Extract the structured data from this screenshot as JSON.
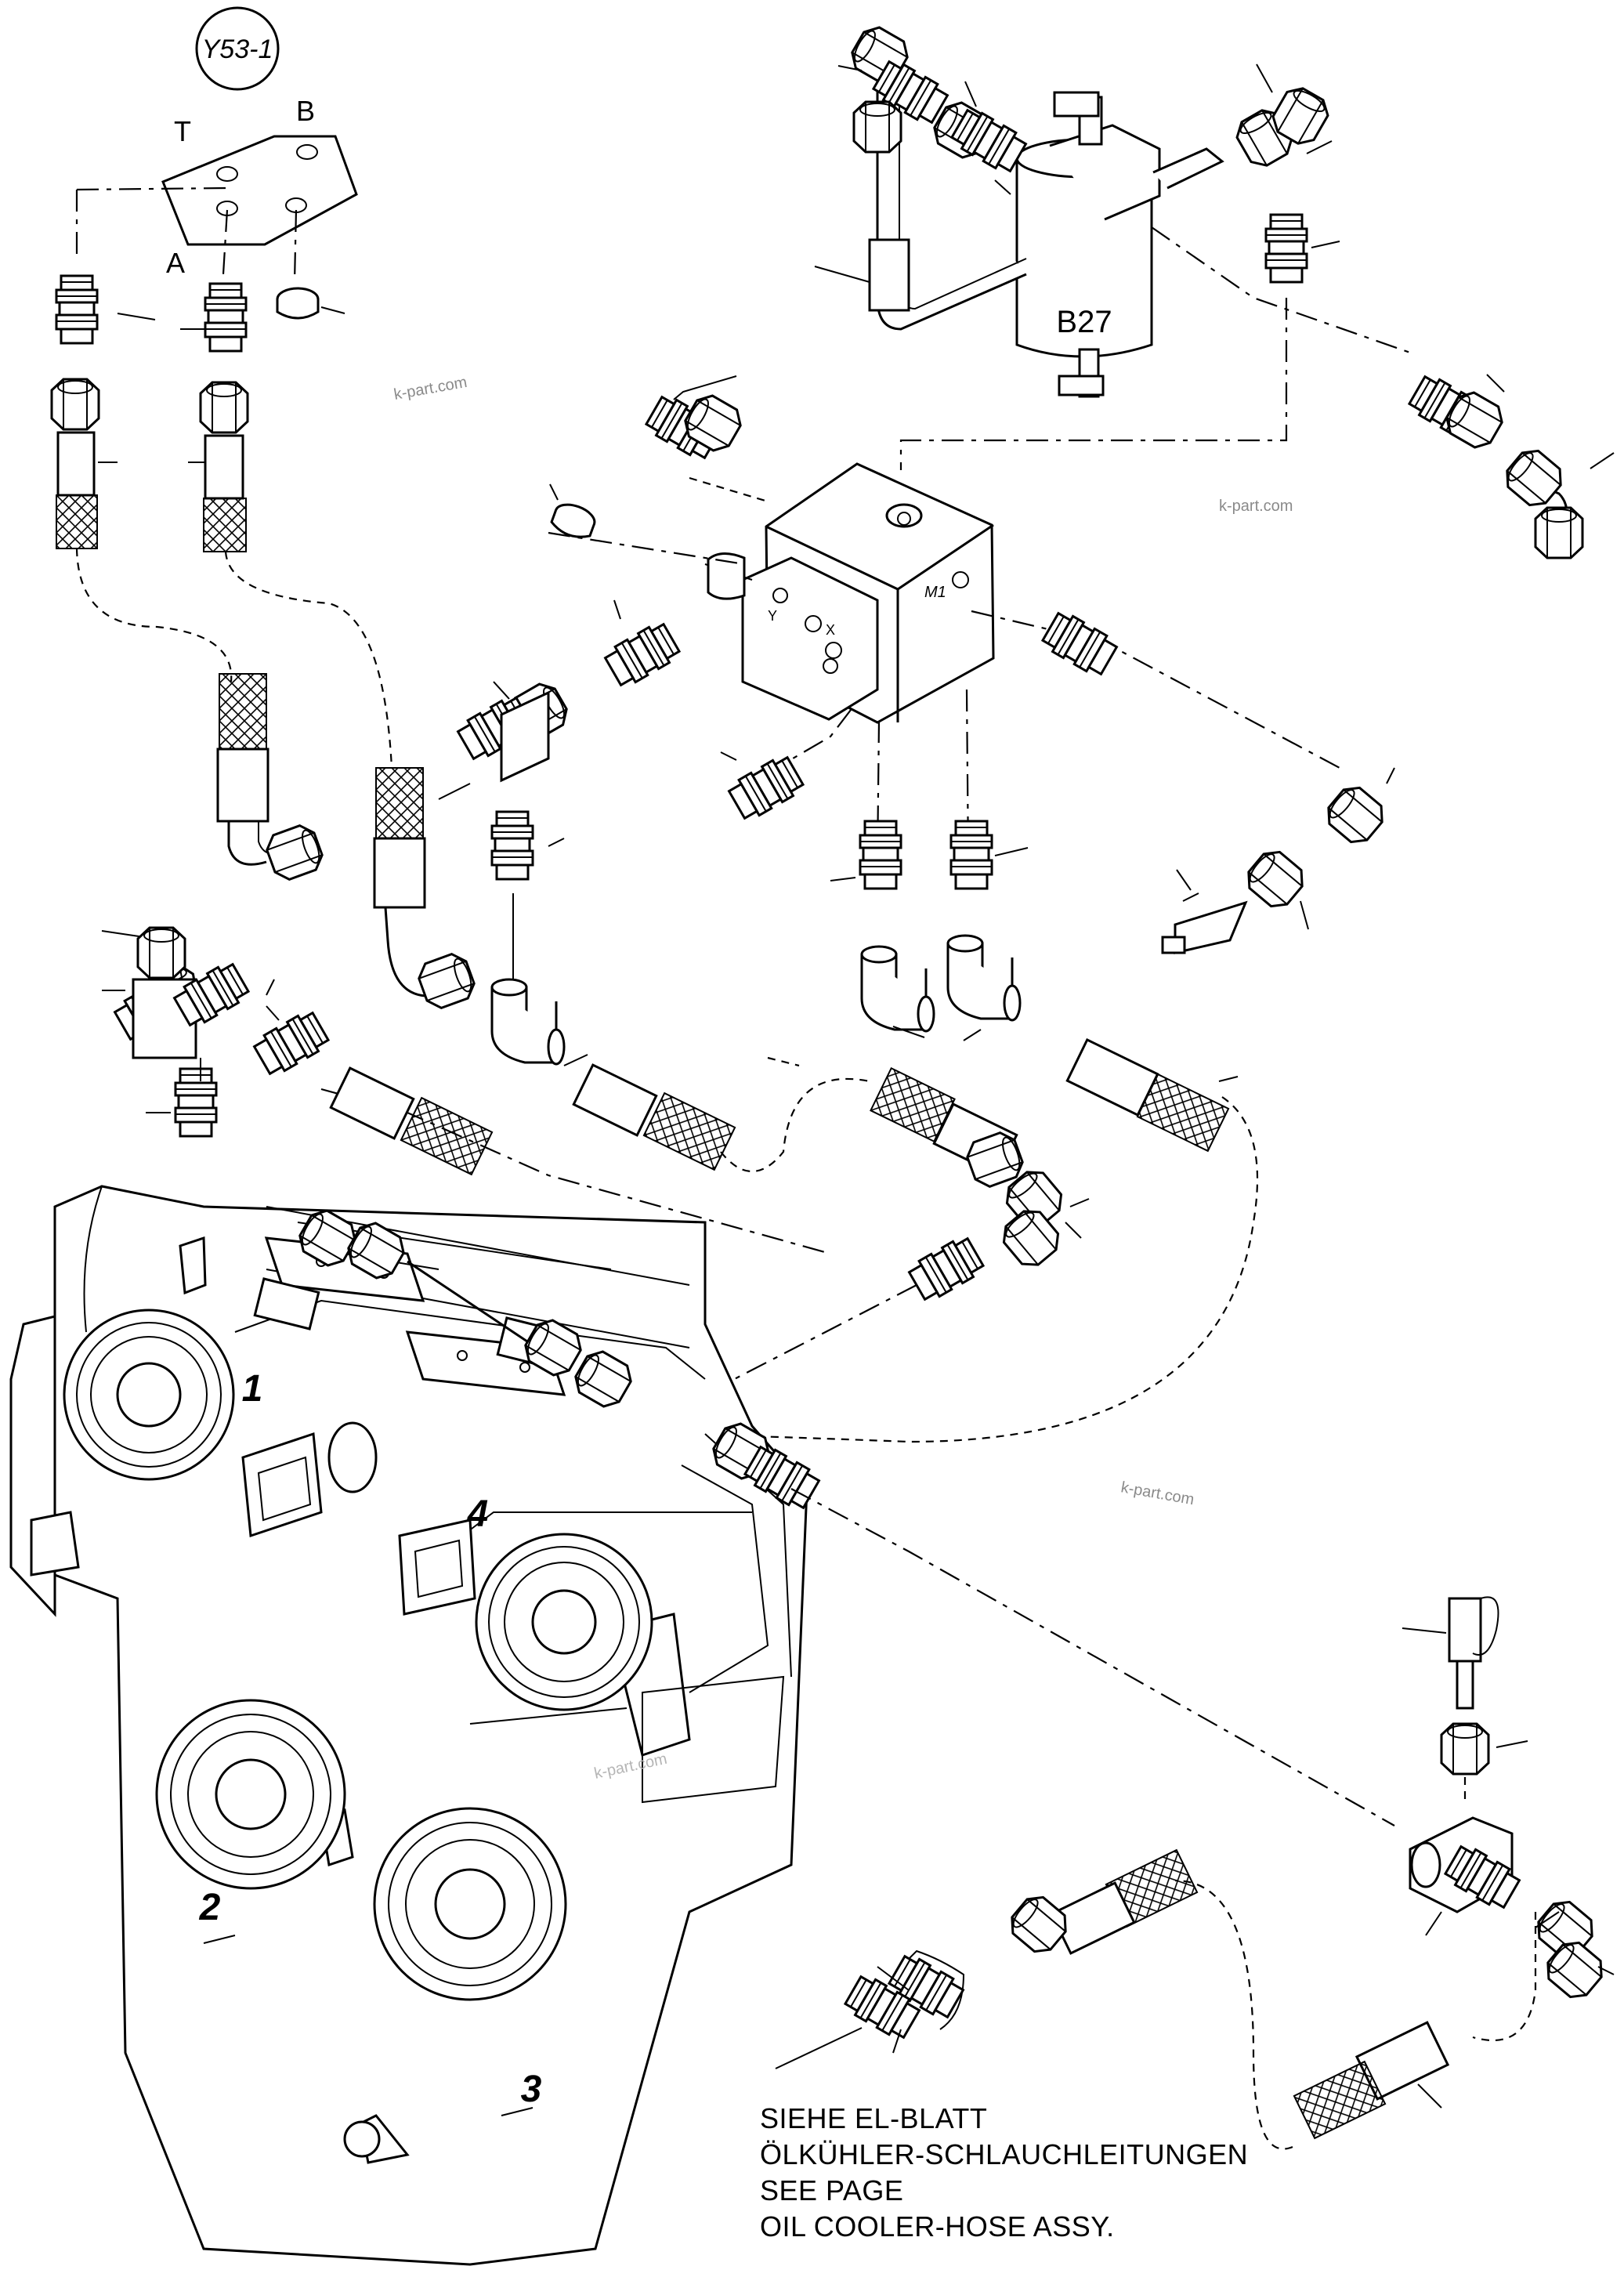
{
  "diagram": {
    "labels": {
      "valve_id": "Y53-1",
      "port_t": "T",
      "port_b": "B",
      "port_a": "A",
      "filter_id": "B27",
      "block_port_m1": "M1",
      "block_port_y": "Y",
      "block_port_x": "X",
      "cover_1": "1",
      "cover_2": "2",
      "cover_3": "3",
      "cover_4": "4"
    },
    "watermarks": [
      "k-part.com",
      "k-part.com",
      "k-part.com",
      "k-part.com"
    ],
    "note": {
      "line1": "SIEHE EL-BLATT",
      "line2": "ÖLKÜHLER-SCHLAUCHLEITUNGEN",
      "line3": "SEE PAGE",
      "line4": "OIL COOLER-HOSE ASSY."
    }
  }
}
